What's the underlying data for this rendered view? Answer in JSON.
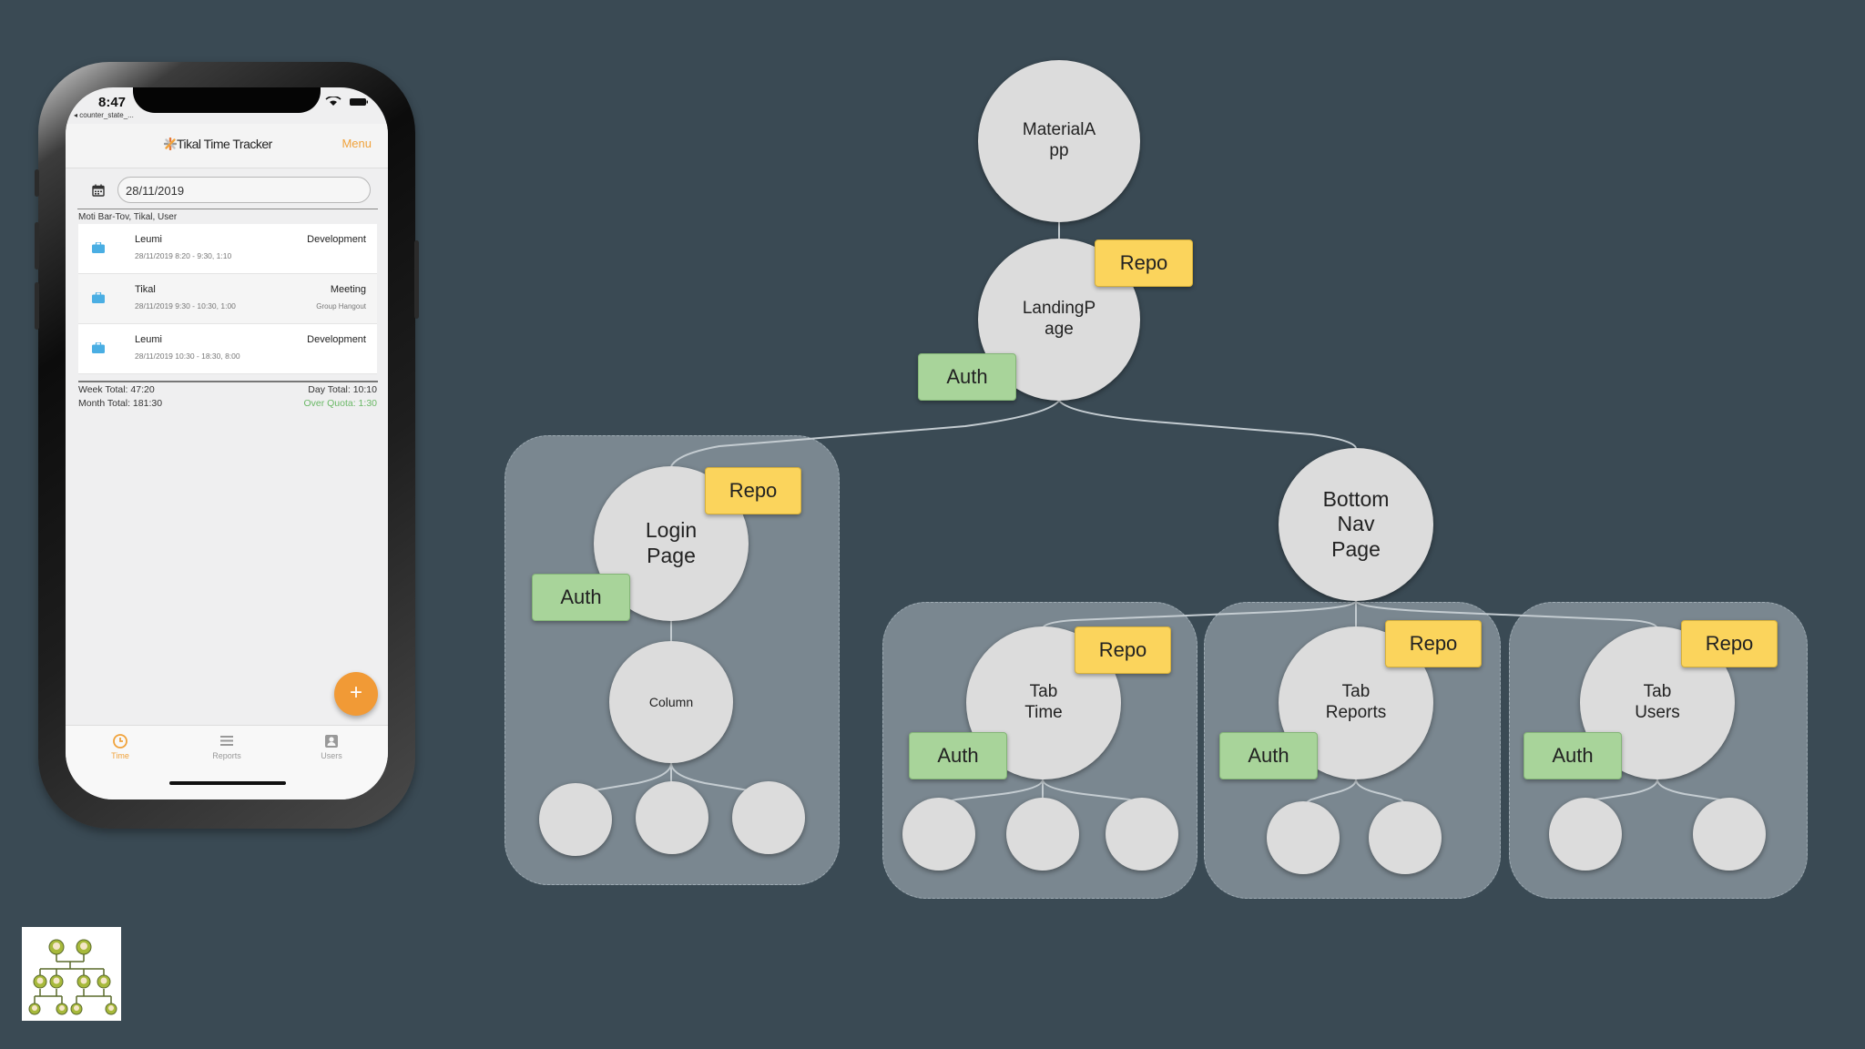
{
  "phone": {
    "status_time": "8:47",
    "status_back": "◂ counter_state_...",
    "app_title": "Tikal Time Tracker",
    "menu_label": "Menu",
    "date_value": "28/11/2019",
    "user_line": "Moti Bar-Tov,  Tikal, User",
    "entries": [
      {
        "client": "Leumi",
        "time": "28/11/2019  8:20 - 9:30, 1:10",
        "type": "Development",
        "note": ""
      },
      {
        "client": "Tikal",
        "time": "28/11/2019  9:30 - 10:30, 1:00",
        "type": "Meeting",
        "note": "Group Hangout"
      },
      {
        "client": "Leumi",
        "time": "28/11/2019  10:30 - 18:30, 8:00",
        "type": "Development",
        "note": ""
      }
    ],
    "totals": {
      "week": "Week Total: 47:20",
      "month": "Month Total: 181:30",
      "day": "Day Total: 10:10",
      "quota": "Over Quota: 1:30"
    },
    "fab_label": "+",
    "tabs": [
      {
        "label": "Time",
        "icon": "clock-icon"
      },
      {
        "label": "Reports",
        "icon": "list-icon"
      },
      {
        "label": "Users",
        "icon": "contacts-icon"
      }
    ]
  },
  "diagram": {
    "nodes": {
      "material_app": [
        "MaterialA",
        "pp"
      ],
      "landing_page": [
        "LandingP",
        "age"
      ],
      "login_page": [
        "Login",
        "Page"
      ],
      "column": [
        "Column"
      ],
      "bottom_nav_page": [
        "Bottom",
        "Nav",
        "Page"
      ],
      "tab_time": [
        "Tab",
        "Time"
      ],
      "tab_reports": [
        "Tab",
        "Reports"
      ],
      "tab_users": [
        "Tab",
        "Users"
      ]
    },
    "repo_label": "Repo",
    "auth_label": "Auth"
  },
  "colors": {
    "background": "#3a4a54",
    "group": "#7a8790",
    "node": "#dcdcdc",
    "repo": "#fbd45c",
    "auth": "#a8d49a",
    "accent": "#f0a23b"
  }
}
